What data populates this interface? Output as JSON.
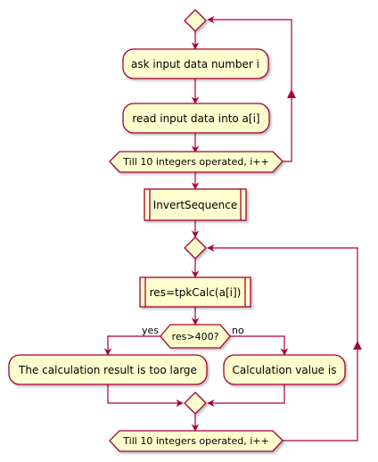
{
  "colors": {
    "node_fill": "#FEFECE",
    "node_stroke": "#A80036",
    "arrow": "#A80036",
    "shadow": "#c8c8c8"
  },
  "nodes": {
    "ask_input": "ask input data number i",
    "read_input": "read input data into a[i]",
    "loop1_condition": "Till 10 integers operated, i++",
    "invert_sequence": "InvertSequence",
    "tpk_calc": "res=tpkCalc(a[i])",
    "decision": "res>400?",
    "too_large": "The calculation result is too large",
    "calc_value": "Calculation value is",
    "loop2_condition": "Till 10 integers operated, i++"
  },
  "edge_labels": {
    "yes": "yes",
    "no": "no"
  }
}
